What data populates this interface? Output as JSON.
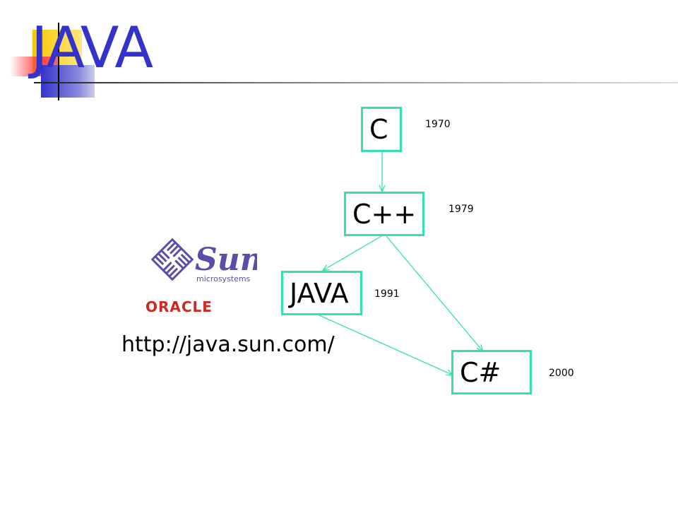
{
  "title": "JAVA",
  "nodes": {
    "c": "C",
    "cpp": "C++",
    "java": "JAVA",
    "csharp": "C#"
  },
  "years": {
    "c": "1970",
    "cpp": "1979",
    "java": "1991",
    "csharp": "2000"
  },
  "url": "http://java.sun.com/",
  "logos": {
    "sun_wordmark": "Sun",
    "sun_subtitle": "microsystems",
    "oracle_wordmark": "ORACLE"
  },
  "edges": [
    {
      "from": "C",
      "to": "C++"
    },
    {
      "from": "C++",
      "to": "JAVA"
    },
    {
      "from": "C++",
      "to": "C#"
    },
    {
      "from": "JAVA",
      "to": "C#"
    }
  ],
  "colors": {
    "title": "#3333cc",
    "node_border": "#33e0b0",
    "edge": "#33e0b0",
    "deco_yellow": "#f5c800",
    "deco_blue": "#3333cc",
    "deco_red": "#ff3333",
    "sun_purple": "#5b4ea8",
    "oracle_red": "#cc2a1f"
  }
}
